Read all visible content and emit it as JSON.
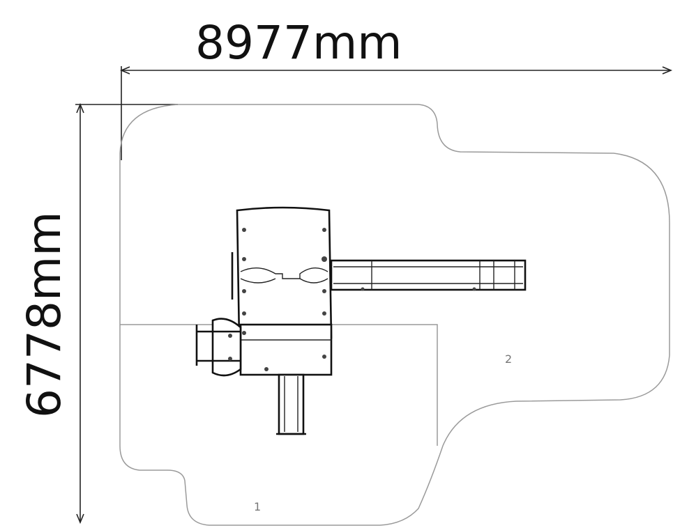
{
  "dimensions": {
    "width_label": "8977mm",
    "height_label": "6778mm"
  },
  "zones": [
    {
      "label": "1"
    },
    {
      "label": "2"
    }
  ],
  "colors": {
    "outline": "#9a9a9a",
    "dimension_line": "#222222",
    "equipment": "#111111",
    "background": "#ffffff"
  }
}
